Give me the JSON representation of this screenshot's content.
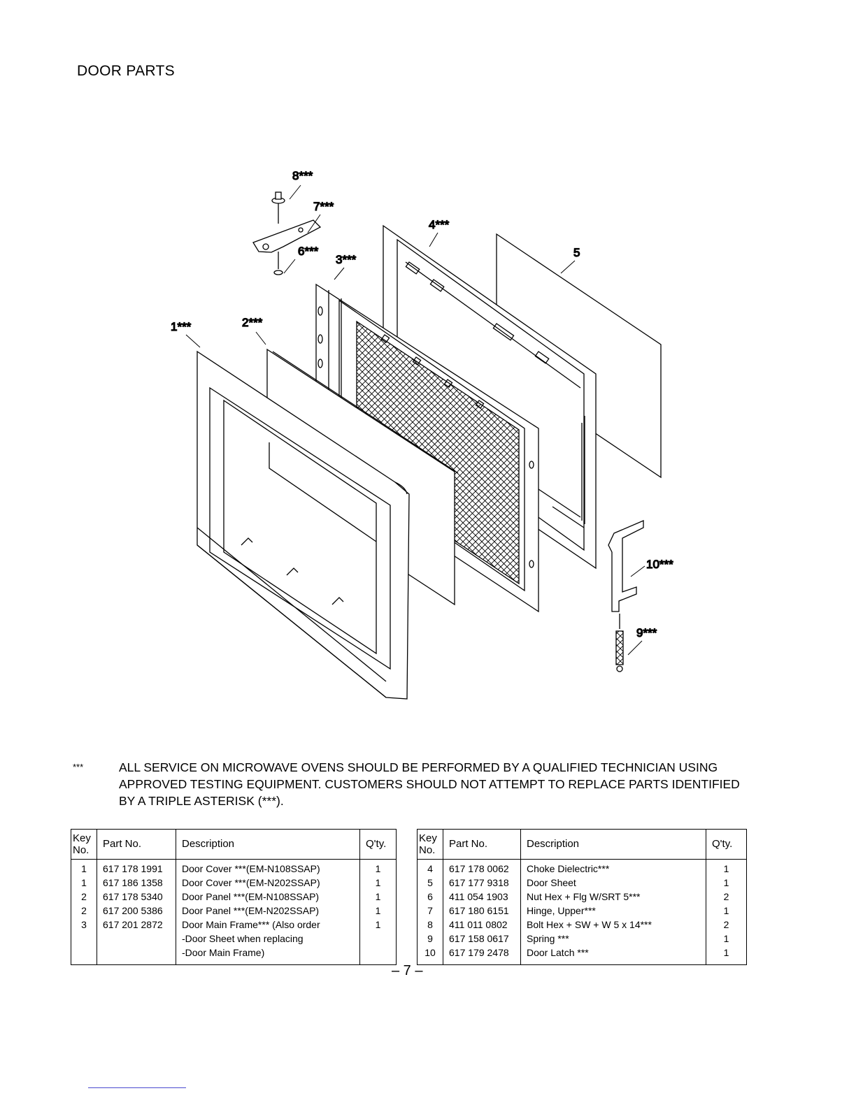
{
  "heading": "DOOR PARTS",
  "diagram": {
    "callouts": [
      "8***",
      "7***",
      "6***",
      "3***",
      "4***",
      "5",
      "1***",
      "2***",
      "10***",
      "9***"
    ]
  },
  "notice": {
    "mark": "***",
    "text": "ALL SERVICE ON MICROWAVE OVENS SHOULD BE PERFORMED BY A QUALIFIED TECHNICIAN USING APPROVED TESTING EQUIPMENT. CUSTOMERS SHOULD NOT ATTEMPT TO REPLACE PARTS IDENTIFIED BY A TRIPLE ASTERISK (***)."
  },
  "table_headers": {
    "key": "Key",
    "key2": "No.",
    "part_no": "Part No.",
    "description": "Description",
    "qty": "Q'ty."
  },
  "table_left": [
    {
      "key": "1",
      "part": "617 178 1991",
      "desc": "Door Cover ***(EM-N108SSAP)",
      "qty": "1"
    },
    {
      "key": "1",
      "part": "617 186 1358",
      "desc": "Door Cover ***(EM-N202SSAP)",
      "qty": "1"
    },
    {
      "key": "2",
      "part": "617 178 5340",
      "desc": "Door Panel ***(EM-N108SSAP)",
      "qty": "1"
    },
    {
      "key": "2",
      "part": "617 200 5386",
      "desc": "Door Panel ***(EM-N202SSAP)",
      "qty": "1"
    },
    {
      "key": "3",
      "part": "617 201 2872",
      "desc": "Door Main Frame*** (Also order",
      "qty": "1"
    },
    {
      "key": "",
      "part": "",
      "desc": "-Door Sheet when replacing",
      "qty": ""
    },
    {
      "key": "",
      "part": "",
      "desc": "-Door Main Frame)",
      "qty": ""
    }
  ],
  "table_right": [
    {
      "key": "4",
      "part": "617 178 0062",
      "desc": "Choke Dielectric***",
      "qty": "1"
    },
    {
      "key": "5",
      "part": "617 177 9318",
      "desc": "Door Sheet",
      "qty": "1"
    },
    {
      "key": "6",
      "part": "411 054 1903",
      "desc": "Nut Hex + Flg W/SRT 5***",
      "qty": "2"
    },
    {
      "key": "7",
      "part": "617 180 6151",
      "desc": "Hinge, Upper***",
      "qty": "1"
    },
    {
      "key": "8",
      "part": "411 011 0802",
      "desc": "Bolt Hex + SW + W 5 x 14***",
      "qty": "2"
    },
    {
      "key": "9",
      "part": "617 158 0617",
      "desc": "Spring ***",
      "qty": "1"
    },
    {
      "key": "10",
      "part": "617 179 2478",
      "desc": "Door Latch ***",
      "qty": "1"
    }
  ],
  "page_number": "– 7 –"
}
